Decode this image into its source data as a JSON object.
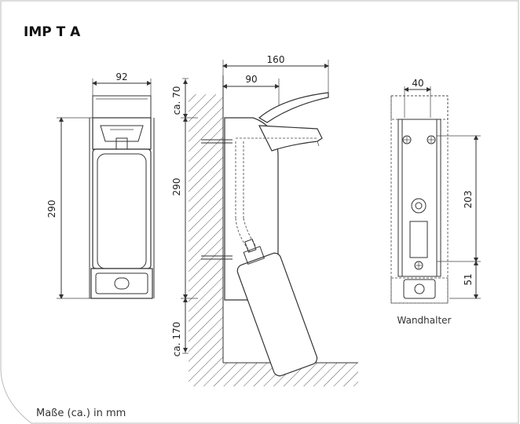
{
  "title": "IMP T A",
  "footer": "Maße (ca.) in mm",
  "wall_bracket_caption": "Wandhalter",
  "dimensions": {
    "front_width": "92",
    "front_height": "290",
    "side_total_depth": "160",
    "side_body_depth": "90",
    "side_top_clearance": "ca. 70",
    "side_height": "290",
    "side_bottom_clearance": "ca. 170",
    "bracket_width": "40",
    "bracket_hole_spacing": "203",
    "bracket_bottom": "51"
  }
}
